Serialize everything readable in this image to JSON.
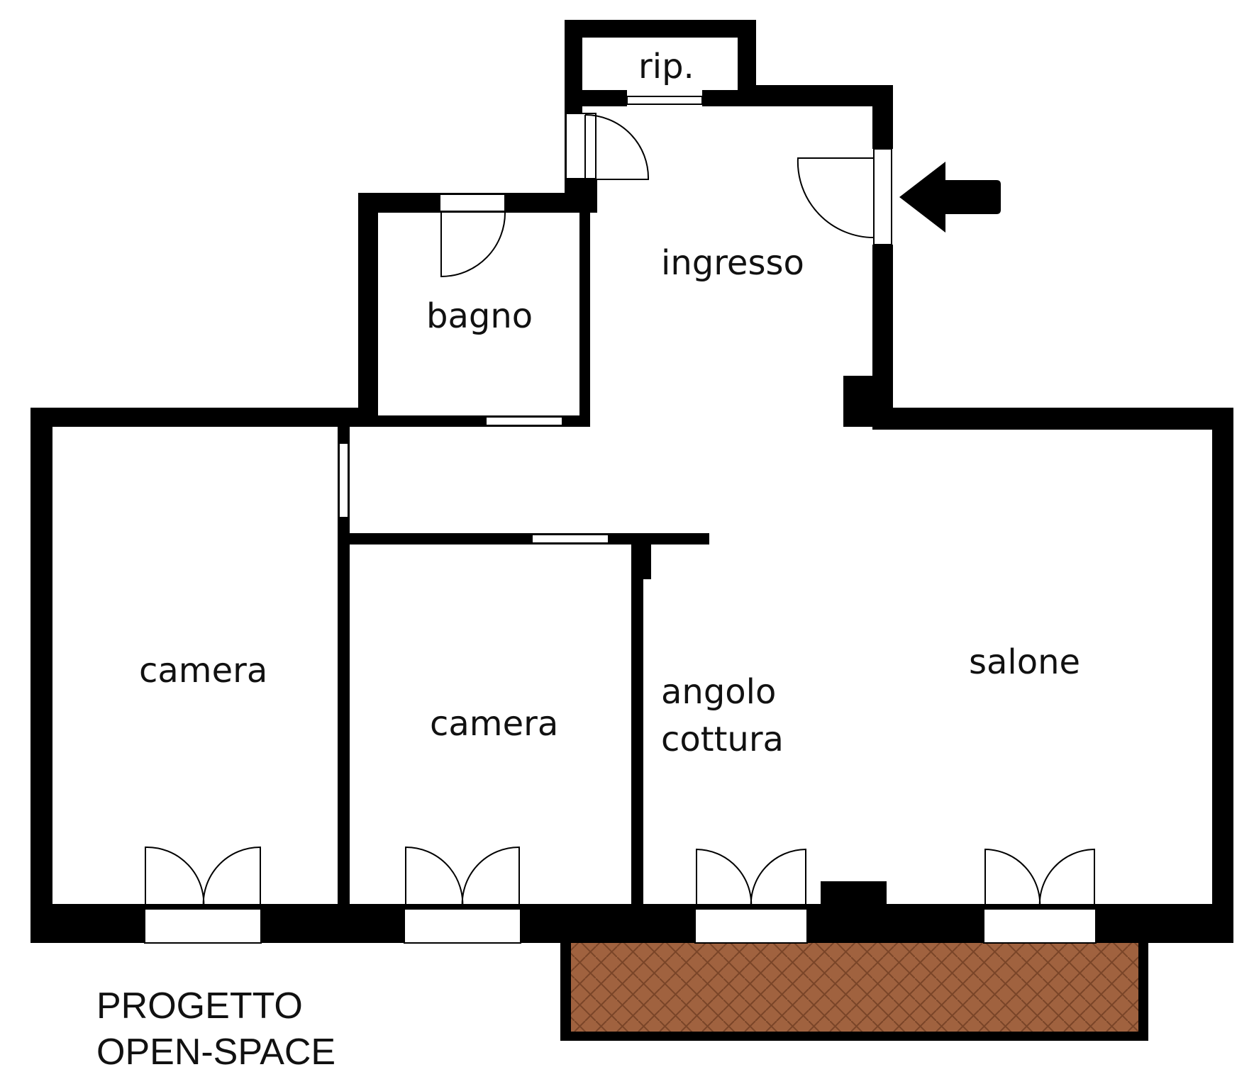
{
  "rooms": {
    "storage": "rip.",
    "entrance": "ingresso",
    "bathroom": "bagno",
    "bedroom_left": "camera",
    "bedroom_middle": "camera",
    "kitchen_line1": "angolo",
    "kitchen_line2": "cottura",
    "living": "salone"
  },
  "caption": {
    "line1": "PROGETTO",
    "line2": "OPEN-SPACE"
  },
  "colors": {
    "wall": "#000000",
    "background": "#ffffff",
    "balcony_tile": "#a0623f",
    "balcony_grout": "#7a4528"
  },
  "icons": {
    "entrance_arrow": "arrow-left-icon"
  }
}
